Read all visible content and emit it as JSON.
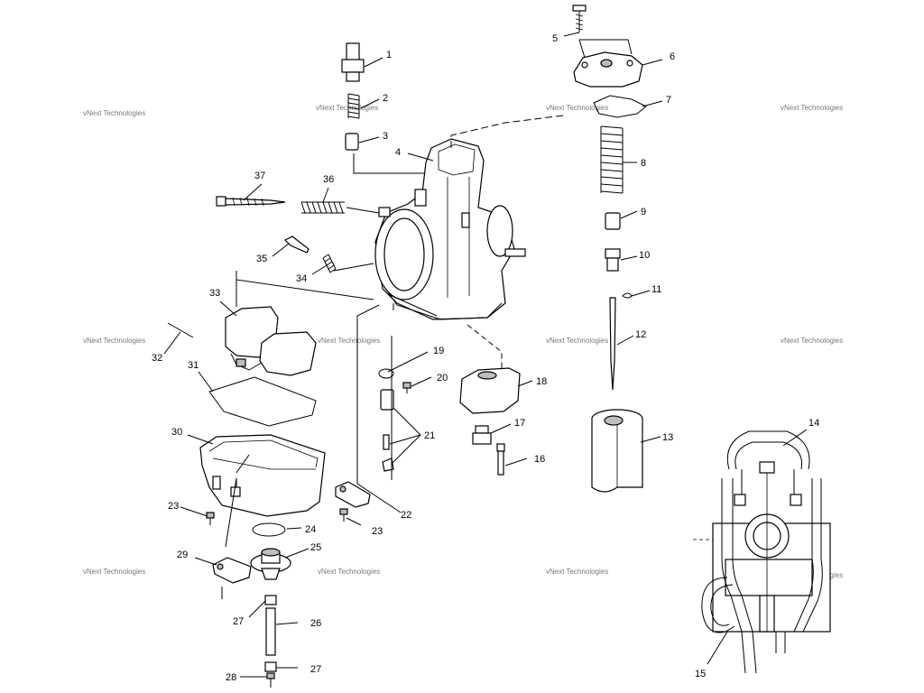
{
  "callouts": [
    "1",
    "2",
    "3",
    "4",
    "5",
    "6",
    "7",
    "8",
    "9",
    "10",
    "11",
    "12",
    "13",
    "14",
    "15",
    "16",
    "17",
    "18",
    "19",
    "20",
    "21",
    "22",
    "23",
    "23",
    "24",
    "25",
    "26",
    "27",
    "27",
    "28",
    "29",
    "30",
    "31",
    "32",
    "33",
    "34",
    "35",
    "36",
    "37"
  ],
  "watermark": "vNext Technologies",
  "colors": {
    "line": "#000000",
    "background": "#ffffff",
    "shade": "#bdbdbd"
  }
}
